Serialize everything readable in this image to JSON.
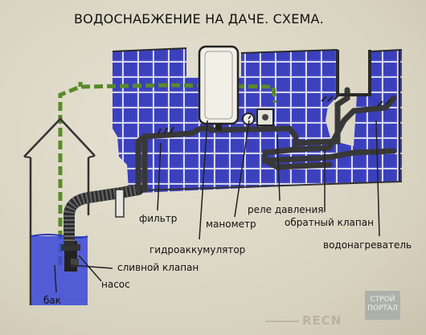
{
  "title": "ВОДОСНАБЖЕНИЕ НА ДАЧЕ. СХЕМА.",
  "labels": {
    "filter": "фильтр",
    "manometer": "манометр",
    "pressure_relay": "реле давления",
    "check_valve": "обратный клапан",
    "water_heater": "водонагреватель",
    "accumulator": "гидроаккумулятор",
    "drain_valve": "сливной клапан",
    "pump": "насос",
    "tank": "бак"
  },
  "watermark": {
    "logo_text": "RECN",
    "badge_line1": "СТРОЙ",
    "badge_line2": "ПОРТАЛ"
  },
  "colors": {
    "tile_blue": "#3b3fc4",
    "tile_grid": "#d9dcf0",
    "pipe_dark": "#3c3c3c",
    "cable_green": "#5a8a2a",
    "water_blue": "#3a48d8"
  }
}
